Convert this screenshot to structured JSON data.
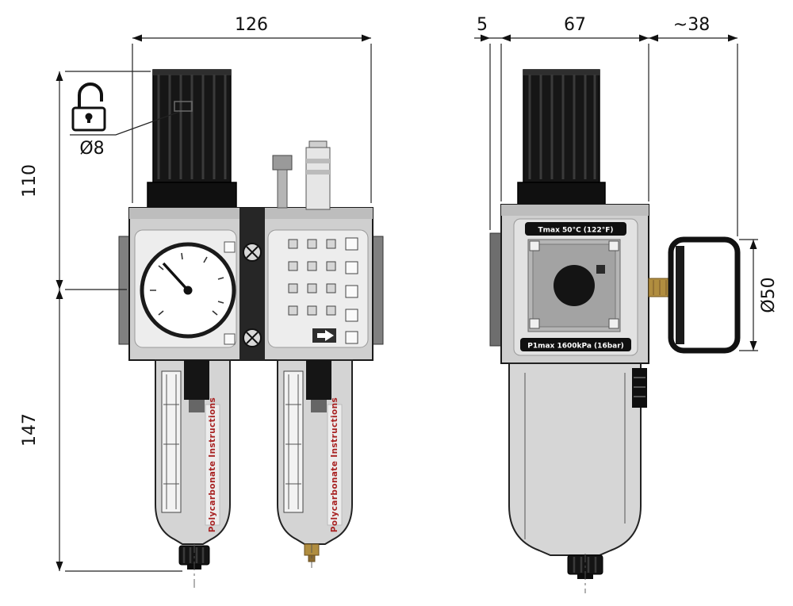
{
  "drawing": {
    "dimensions": {
      "front_width": "126",
      "side_offset": "5",
      "side_body_depth": "67",
      "side_gauge_depth": "~38",
      "upper_height": "110",
      "lower_height": "147",
      "knob_port_diameter": "Ø8",
      "gauge_diameter": "Ø50"
    },
    "labels": {
      "tmax_plate": "Tmax 50°C (122°F)",
      "pmax_plate": "P1max 1600kPa (16bar)",
      "bowl_marking": "Polycarbonate Instructions"
    },
    "colors": {
      "brass": "#b08d3f",
      "bowl_marking_text": "#a82222",
      "line": "#1a1a1a"
    }
  }
}
